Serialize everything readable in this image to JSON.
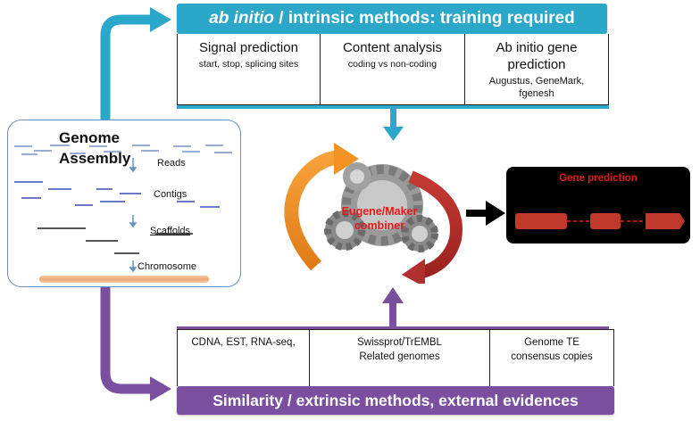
{
  "top": {
    "banner_italic": "ab initio",
    "banner_rest": " / intrinsic methods: training required",
    "cells": [
      {
        "title": "Signal prediction",
        "sub": "start, stop, splicing sites"
      },
      {
        "title": "Content analysis",
        "sub": "coding vs non-coding"
      },
      {
        "title": "Ab initio gene prediction",
        "sub": "Augustus, GeneMark, fgenesh"
      }
    ]
  },
  "bottom": {
    "banner": "Similarity / extrinsic methods, external evidences",
    "cells": [
      {
        "line1": "CDNA, EST,  RNA-seq,",
        "line2": ""
      },
      {
        "line1": "Swissprot/TrEMBL",
        "line2": "Related genomes"
      },
      {
        "line1": "Genome TE",
        "line2": "consensus copies"
      }
    ]
  },
  "genome": {
    "title_line1": "Genome",
    "title_line2": "Assembly",
    "reads": "Reads",
    "contigs": "Contigs",
    "scaffolds": "Scaffolds",
    "chromosome": "Chromosome"
  },
  "combiner": {
    "line1": "Eugene/Maker",
    "line2": "combiner"
  },
  "gene_prediction": {
    "title": "Gene prediction"
  },
  "colors": {
    "ab_initio": "#2aa7c9",
    "similarity": "#7b4fa0",
    "gene_red": "#e81919",
    "exon": "#c0392b",
    "arrow_orange": "#f39323",
    "arrow_red": "#b03030"
  }
}
